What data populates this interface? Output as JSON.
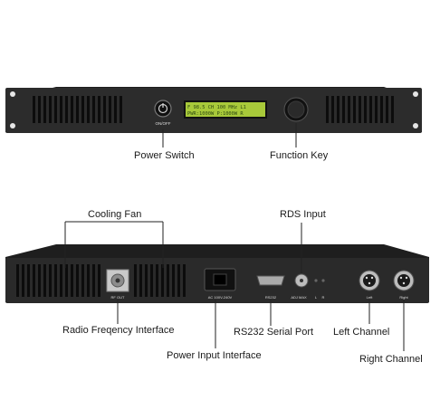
{
  "front_panel": {
    "power_button_caption": "ON/OFF",
    "lcd_line1": "F 98.5 CH 100 MHz L1",
    "lcd_line2": "PWR:1000W P:1000W R",
    "callouts": {
      "power_switch": "Power Switch",
      "function_key": "Function Key"
    }
  },
  "rear_panel": {
    "port_labels": {
      "rf_out": "RF OUT",
      "ac": "AC 100V-240V",
      "rs232": "RS232",
      "adj_mkx": "ADJ MAX",
      "l": "L",
      "r": "R",
      "left": "Left",
      "right": "Right"
    },
    "callouts": {
      "cooling_fan": "Cooling Fan",
      "rds_input": "RDS Input",
      "radio_frequency_interface": "Radio Freqency Interface",
      "rs232_serial_port": "RS232 Serial Port",
      "left_channel": "Left Channel",
      "power_input_interface": "Power Input Interface",
      "right_channel": "Right Channel"
    }
  },
  "colors": {
    "chassis": "#2b2b2b",
    "lcd_background": "#a8c93a",
    "label_text": "#1a1a1a"
  }
}
